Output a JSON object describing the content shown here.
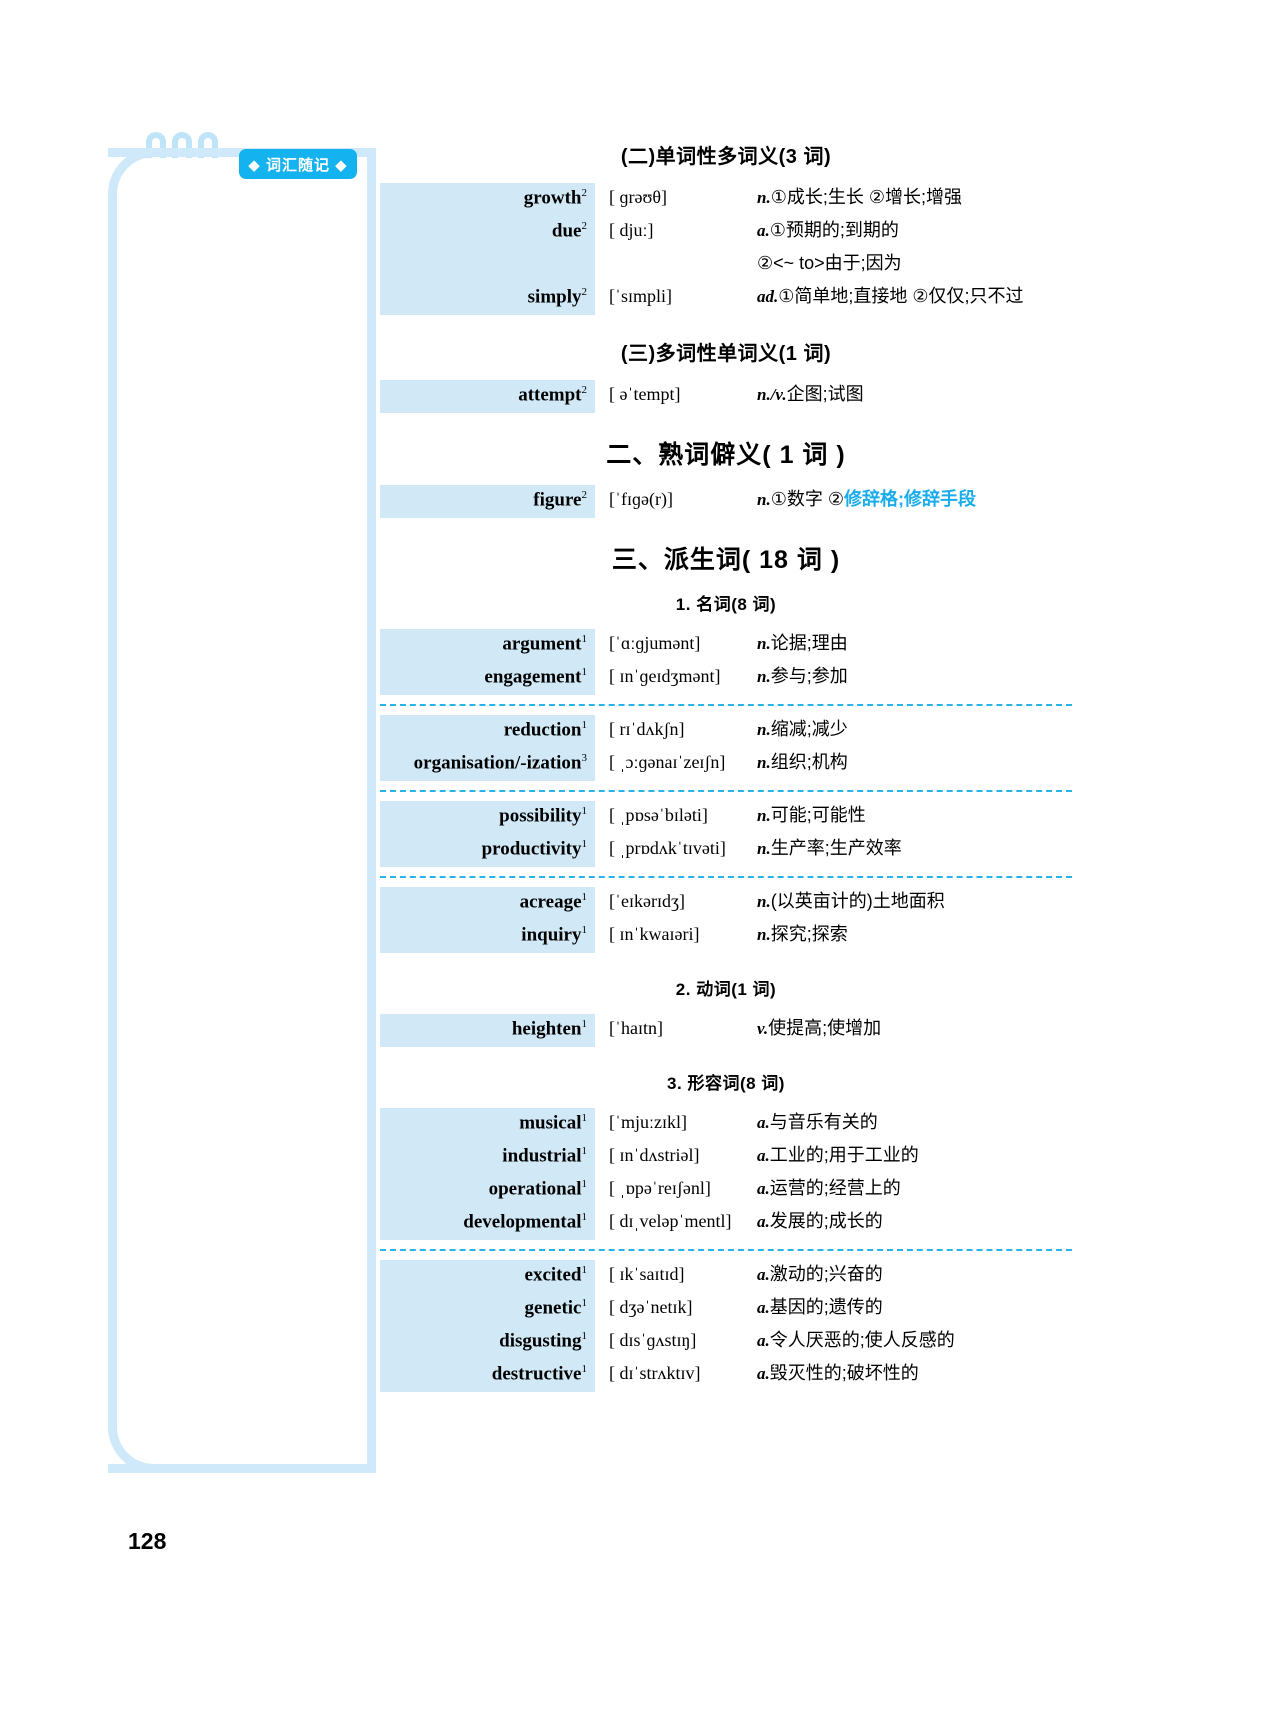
{
  "badge": {
    "label": "◆ 词汇随记 ◆"
  },
  "page_number": "128",
  "sections": [
    {
      "heading": "(二)单词性多词义(3 词)",
      "entries": [
        {
          "word": "growth",
          "sup": "2",
          "phon": "[ ɡrəʊθ]",
          "pos": "n.",
          "def": "①成长;生长 ②增长;增强"
        },
        {
          "word": "due",
          "sup": "2",
          "phon": "[ djuː]",
          "pos": "a.",
          "def": "①预期的;到期的"
        },
        {
          "cont": true,
          "def": "②<~ to>由于;因为"
        },
        {
          "word": "simply",
          "sup": "2",
          "phon": "[ˈsɪmpli]",
          "pos": "ad.",
          "def": "①简单地;直接地 ②仅仅;只不过"
        }
      ]
    },
    {
      "heading": "(三)多词性单词义(1 词)",
      "entries": [
        {
          "word": "attempt",
          "sup": "2",
          "phon": "[ əˈtempt]",
          "pos": "n./v.",
          "def": "企图;试图"
        }
      ]
    }
  ],
  "major_heading_2": "二、熟词僻义( 1 词 )",
  "idiom_entries": [
    {
      "word": "figure",
      "sup": "2",
      "phon": "[ˈfɪɡə(r)]",
      "pos": "n.",
      "def_plain": "①数字 ②",
      "def_hi": "修辞格;修辞手段"
    }
  ],
  "major_heading_3": "三、派生词( 18 词 )",
  "derivatives": [
    {
      "subheading": "1. 名词(8 词)",
      "groups": [
        [
          {
            "word": "argument",
            "sup": "1",
            "phon": "[ˈɑːɡjumənt]",
            "pos": "n.",
            "def": "论据;理由"
          },
          {
            "word": "engagement",
            "sup": "1",
            "phon": "[ ɪnˈɡeɪdʒmənt]",
            "pos": "n.",
            "def": "参与;参加"
          }
        ],
        [
          {
            "word": "reduction",
            "sup": "1",
            "phon": "[ rɪˈdʌkʃn]",
            "pos": "n.",
            "def": "缩减;减少"
          },
          {
            "word": "organisation/-ization",
            "sup": "3",
            "phon": "[ ˌɔːɡənaɪˈzeɪʃn]",
            "pos": "n.",
            "def": "组织;机构"
          }
        ],
        [
          {
            "word": "possibility",
            "sup": "1",
            "phon": "[ ˌpɒsəˈbɪləti]",
            "pos": "n.",
            "def": "可能;可能性"
          },
          {
            "word": "productivity",
            "sup": "1",
            "phon": "[ ˌprɒdʌkˈtɪvəti]",
            "pos": "n.",
            "def": "生产率;生产效率"
          }
        ],
        [
          {
            "word": "acreage",
            "sup": "1",
            "phon": "[ˈeɪkərɪdʒ]",
            "pos": "n.",
            "def": "(以英亩计的)土地面积"
          },
          {
            "word": "inquiry",
            "sup": "1",
            "phon": "[ ɪnˈkwaɪəri]",
            "pos": "n.",
            "def": "探究;探索"
          }
        ]
      ]
    },
    {
      "subheading": "2. 动词(1 词)",
      "groups": [
        [
          {
            "word": "heighten",
            "sup": "1",
            "phon": "[ˈhaɪtn]",
            "pos": "v.",
            "def": "使提高;使增加"
          }
        ]
      ]
    },
    {
      "subheading": "3. 形容词(8 词)",
      "groups": [
        [
          {
            "word": "musical",
            "sup": "1",
            "phon": "[ˈmjuːzɪkl]",
            "pos": "a.",
            "def": "与音乐有关的"
          },
          {
            "word": "industrial",
            "sup": "1",
            "phon": "[ ɪnˈdʌstriəl]",
            "pos": "a.",
            "def": "工业的;用于工业的"
          },
          {
            "word": "operational",
            "sup": "1",
            "phon": "[ ˌɒpəˈreɪʃənl]",
            "pos": "a.",
            "def": "运营的;经营上的"
          },
          {
            "word": "developmental",
            "sup": "1",
            "phon": "[ dɪˌveləpˈmentl]",
            "pos": "a.",
            "def": "发展的;成长的"
          }
        ],
        [
          {
            "word": "excited",
            "sup": "1",
            "phon": "[ ɪkˈsaɪtɪd]",
            "pos": "a.",
            "def": "激动的;兴奋的"
          },
          {
            "word": "genetic",
            "sup": "1",
            "phon": "[ dʒəˈnetɪk]",
            "pos": "a.",
            "def": "基因的;遗传的"
          },
          {
            "word": "disgusting",
            "sup": "1",
            "phon": "[ dɪsˈɡʌstɪŋ]",
            "pos": "a.",
            "def": "令人厌恶的;使人反感的"
          },
          {
            "word": "destructive",
            "sup": "1",
            "phon": "[ dɪˈstrʌktɪv]",
            "pos": "a.",
            "def": "毁灭性的;破坏性的"
          }
        ]
      ]
    }
  ]
}
